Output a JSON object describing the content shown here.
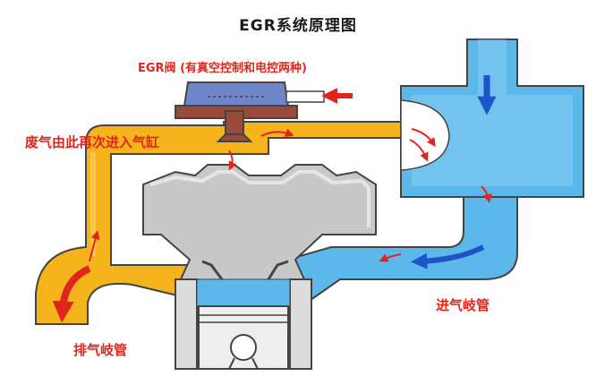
{
  "title": "EGR系统原理图",
  "labels": {
    "egr_valve": "EGR阀 (有真空控制和电控两种)",
    "exhaust_return": "废气由此再次进入气缸",
    "exhaust_manifold": "排气岐管",
    "intake_manifold": "进气岐管"
  },
  "colors": {
    "exhaust": "#f5b41b",
    "intake": "#5cb8ea",
    "engine": "#c8c8c8",
    "outline": "#444444",
    "arrow_red": "#e0261c",
    "arrow_blue": "#1f54c8",
    "valve": "#6e86c9",
    "valve_base": "#9a4a3a"
  }
}
